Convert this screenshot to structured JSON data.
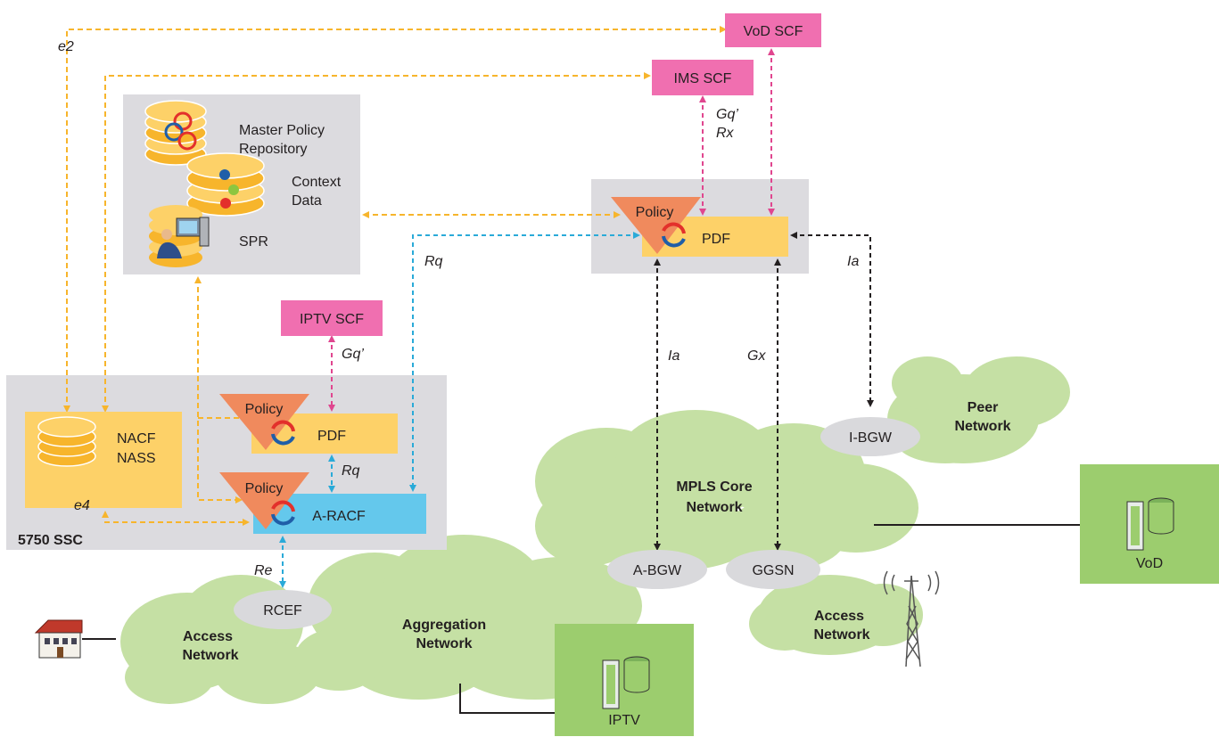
{
  "ssc": {
    "label": "5750 SSC",
    "nacf": "NACF",
    "nass": "NASS",
    "policy_pdf": "Policy",
    "pdf": "PDF",
    "policy_aracf": "Policy",
    "aracf": "A-RACF"
  },
  "spr_box": {
    "master_line1": "Master Policy",
    "master_line2": "Repository",
    "context_line1": "Context",
    "context_line2": "Data",
    "spr": "SPR"
  },
  "core_pdf": {
    "policy": "Policy",
    "pdf": "PDF"
  },
  "scf": {
    "vod": "VoD SCF",
    "ims": "IMS SCF",
    "iptv": "IPTV SCF"
  },
  "interfaces": {
    "e2": "e2",
    "e4": "e4",
    "gq_rx_1": "Gq’",
    "gq_rx_2": "Rx",
    "gq_iptv": "Gq’",
    "rq_top": "Rq",
    "rq_ssc": "Rq",
    "ia_right": "Ia",
    "ia_mid": "Ia",
    "gx": "Gx",
    "re": "Re"
  },
  "network": {
    "mpls_1": "MPLS Core",
    "mpls_2": "Network",
    "peer_1": "Peer",
    "peer_2": "Network",
    "access_left_1": "Access",
    "access_left_2": "Network",
    "access_right_1": "Access",
    "access_right_2": "Network",
    "agg_1": "Aggregation",
    "agg_2": "Network",
    "rcef": "RCEF",
    "abgw": "A-BGW",
    "ggsn": "GGSN",
    "ibgw": "I-BGW",
    "iptv": "IPTV",
    "vod": "VoD"
  },
  "colors": {
    "yellow_arrow": "#f7b52c",
    "pink_arrow": "#e0468f",
    "cyan_arrow": "#2aaad8",
    "black_arrow": "#231f20",
    "pink_box": "#f06fb0",
    "pdf_box": "#fdd168",
    "aracf_box": "#64c8ec",
    "policy_tri": "#f08a5d",
    "cloud": "#c5e0a4",
    "gray_panel": "#dcdbdf",
    "green_server": "#9ccd6e",
    "ellipse": "#d9d9dc"
  }
}
